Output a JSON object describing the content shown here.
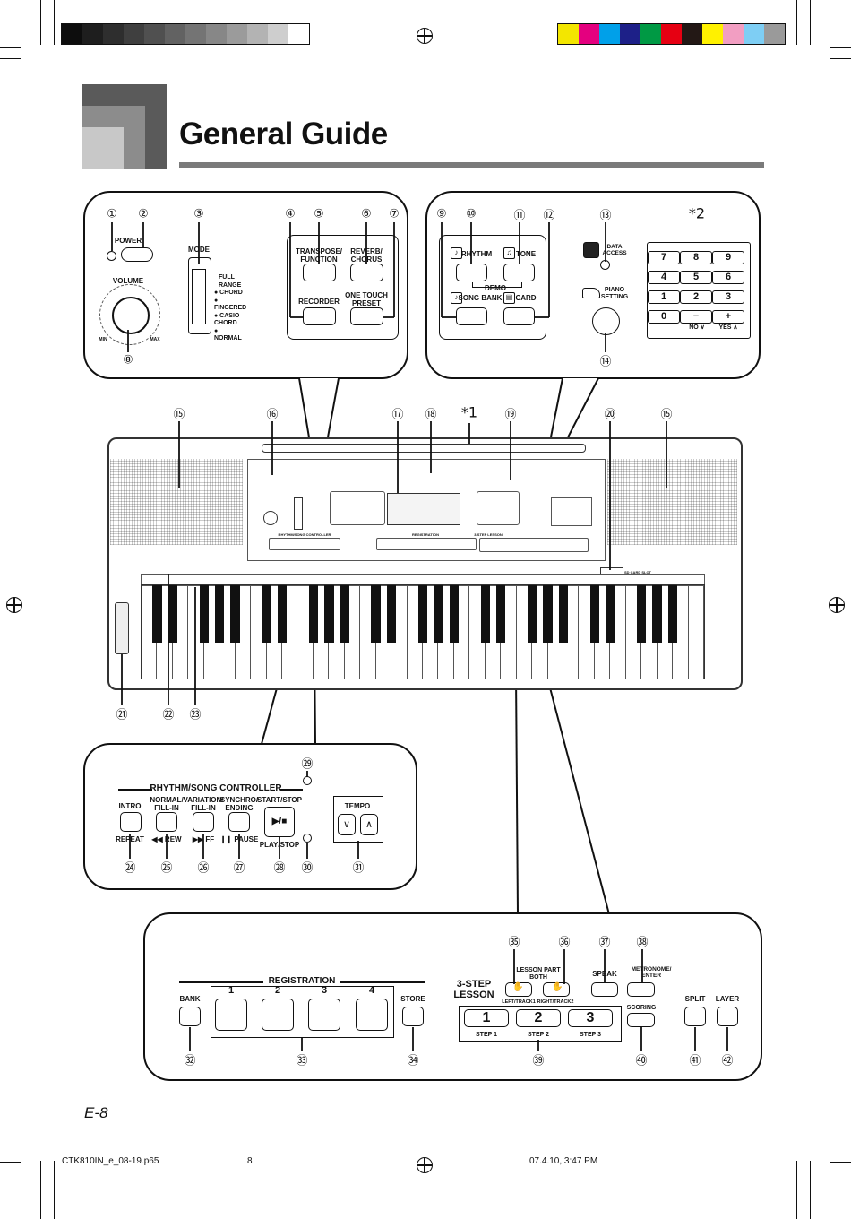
{
  "color_bar_left": [
    "#0d0d0d",
    "#1e1e1e",
    "#2e2e2e",
    "#3f3f3f",
    "#505050",
    "#626262",
    "#747474",
    "#878787",
    "#9b9b9b",
    "#b3b3b3",
    "#cecece",
    "#ffffff"
  ],
  "color_bar_right": [
    "#f3e600",
    "#e4007f",
    "#00a0e9",
    "#1d2088",
    "#009944",
    "#e60012",
    "#231815",
    "#fff100",
    "#f29ec2",
    "#7ecef4",
    "#9a9a9a"
  ],
  "page": {
    "title": "General Guide",
    "page_number": "E-8"
  },
  "footer": {
    "file": "CTK810IN_e_08-19.p65",
    "sheet": "8",
    "timestamp": "07.4.10, 3:47 PM"
  },
  "callouts": {
    "c1": "①",
    "c2": "②",
    "c3": "③",
    "c4": "④",
    "c5": "⑤",
    "c6": "⑥",
    "c7": "⑦",
    "c8": "⑧",
    "c9": "⑨",
    "c10": "⑩",
    "c11": "⑪",
    "c12": "⑫",
    "c13": "⑬",
    "c14": "⑭",
    "c15": "⑮",
    "c16": "⑯",
    "c17": "⑰",
    "c18": "⑱",
    "c19": "⑲",
    "c20": "⑳",
    "c21": "㉑",
    "c22": "㉒",
    "c23": "㉓",
    "c24": "㉔",
    "c25": "㉕",
    "c26": "㉖",
    "c27": "㉗",
    "c28": "㉘",
    "c29": "㉙",
    "c30": "㉚",
    "c31": "㉛",
    "c32": "㉜",
    "c33": "㉝",
    "c34": "㉞",
    "c35": "㉟",
    "c36": "㊱",
    "c37": "㊲",
    "c38": "㊳",
    "c39": "㊴",
    "c40": "㊵",
    "c41": "㊶",
    "c42": "㊷",
    "star1": "*1",
    "star2": "*2"
  },
  "top_left_panel": {
    "power": "POWER",
    "mode": "MODE",
    "volume": "VOLUME",
    "min": "MIN",
    "max": "MAX",
    "mode_options": [
      "FULL RANGE",
      "CHORD",
      "FINGERED",
      "CASIO CHORD",
      "NORMAL"
    ],
    "transpose": "TRANSPOSE/\nFUNCTION",
    "reverb": "REVERB/\nCHORUS",
    "recorder": "RECORDER",
    "one_touch": "ONE TOUCH\nPRESET"
  },
  "top_right_panel": {
    "rhythm": "RHYTHM",
    "tone": "TONE",
    "demo": "DEMO",
    "song_bank": "SONG BANK",
    "card": "CARD",
    "data_access": "DATA\nACCESS",
    "piano_setting": "PIANO\nSETTING",
    "numpad": [
      "7",
      "8",
      "9",
      "4",
      "5",
      "6",
      "1",
      "2",
      "3",
      "0",
      "−",
      "+"
    ],
    "no": "NO ∨",
    "yes": "YES ∧"
  },
  "rhythm_panel": {
    "title": "RHYTHM/SONG CONTROLLER",
    "intro": "INTRO",
    "intro_sub": "REPEAT",
    "normal": "NORMAL/\nFILL-IN",
    "normal_sub": "◀◀ REW",
    "variation": "VARIATION/\nFILL-IN",
    "variation_sub": "▶▶ FF",
    "synchro": "SYNCHRO/\nENDING",
    "synchro_sub": "❙❙ PAUSE",
    "start": "START/STOP",
    "start_sub": "PLAY/STOP",
    "start_icon": "▶/■",
    "tempo": "TEMPO"
  },
  "lesson_panel": {
    "registration": "REGISTRATION",
    "bank": "BANK",
    "store": "STORE",
    "reg_numbers": [
      "1",
      "2",
      "3",
      "4"
    ],
    "three_step": "3-STEP\nLESSON",
    "lesson_part": "LESSON PART",
    "both": "BOTH",
    "left": "LEFT/TRACK1",
    "right": "RIGHT/TRACK2",
    "speak": "SPEAK",
    "metronome": "METRONOME/\nENTER",
    "scoring": "SCORING",
    "steps": [
      "1",
      "2",
      "3"
    ],
    "step_labels": [
      "STEP 1",
      "STEP 2",
      "STEP 3"
    ],
    "split": "SPLIT",
    "layer": "LAYER"
  },
  "keyboard": {
    "sd_card_slot": "SD CARD SLOT",
    "mini_registration": "REGISTRATION",
    "mini_rhythm": "RHYTHM/SONG CONTROLLER",
    "mini_lesson": "3-STEP LESSON"
  }
}
